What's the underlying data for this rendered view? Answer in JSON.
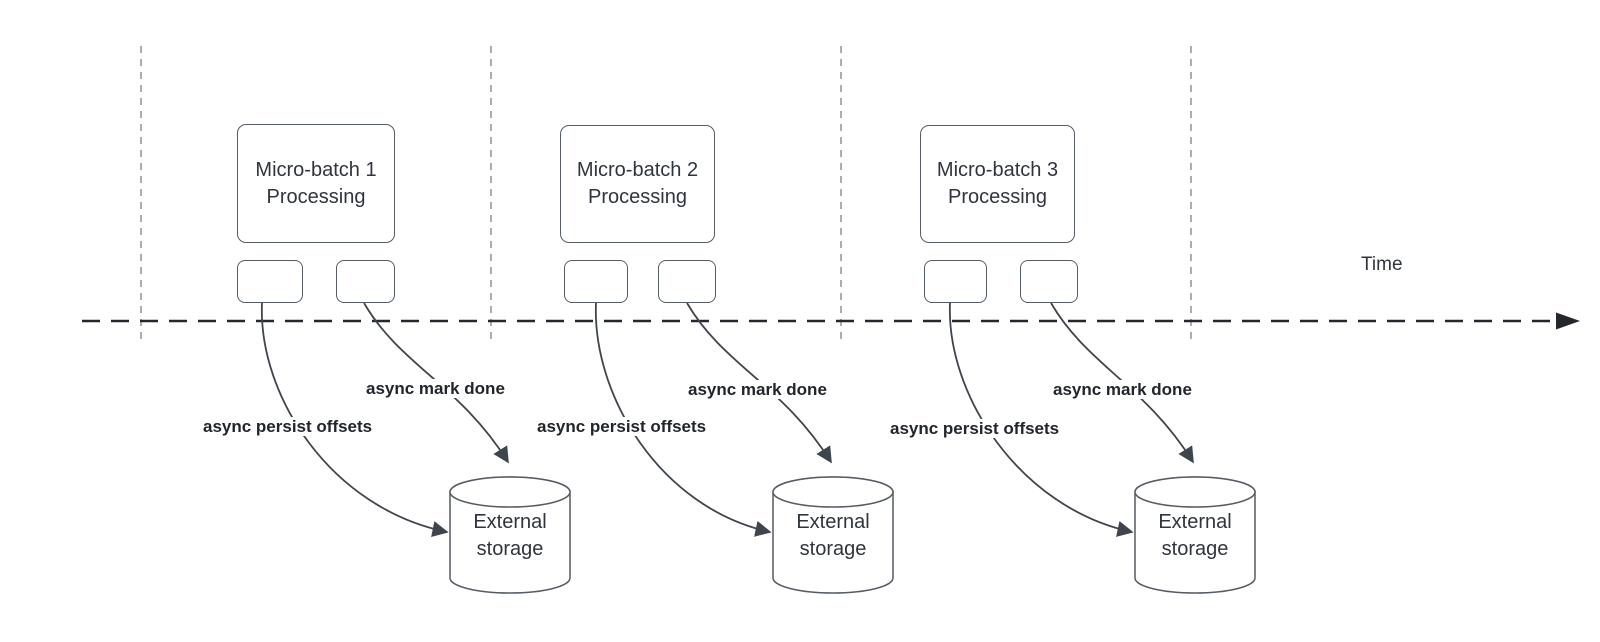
{
  "diagram": {
    "timeline": {
      "label": "Time"
    },
    "groups": [
      {
        "box_title": "Micro-batch 1",
        "box_subtitle": "Processing",
        "persist_label": "async persist offsets",
        "mark_label": "async mark done",
        "storage_line1": "External",
        "storage_line2": "storage"
      },
      {
        "box_title": "Micro-batch 2",
        "box_subtitle": "Processing",
        "persist_label": "async persist offsets",
        "mark_label": "async mark done",
        "storage_line1": "External",
        "storage_line2": "storage"
      },
      {
        "box_title": "Micro-batch 3",
        "box_subtitle": "Processing",
        "persist_label": "async persist offsets",
        "mark_label": "async mark done",
        "storage_line1": "External",
        "storage_line2": "storage"
      }
    ],
    "colors": {
      "shape_stroke": "#565c64",
      "arrow_stroke": "#3f454d",
      "timeline_stroke": "#24282c",
      "gridline_stroke": "#aaadb2",
      "text": "#30353d",
      "label_text": "#21252c"
    }
  }
}
